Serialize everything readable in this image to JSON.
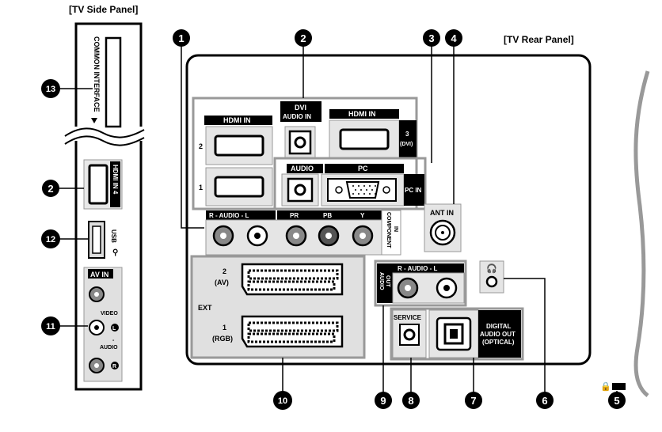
{
  "headings": {
    "side_panel": "[TV Side Panel]",
    "rear_panel": "[TV Rear Panel]"
  },
  "side": {
    "common_interface": "COMMON INTERFACE",
    "hdmi_in_4": "HDMI IN 4",
    "usb": "USB",
    "av_in": "AV IN",
    "video": "VIDEO",
    "audio": "AUDIO",
    "l": "L",
    "r": "R",
    "dash": "-"
  },
  "rear": {
    "hdmi_in_left": "HDMI IN",
    "hdmi_row_2": "2",
    "hdmi_row_1": "1",
    "dvi_audio_in_1": "DVI",
    "dvi_audio_in_2": "AUDIO IN",
    "hdmi_in_right": "HDMI IN",
    "hdmi3_1": "3",
    "hdmi3_2": "(DVI)",
    "audio": "AUDIO",
    "pc": "PC",
    "pc_in": "PC IN",
    "ant_in": "ANT IN",
    "audio_row": "R - AUDIO - L",
    "pr": "PR",
    "pb": "PB",
    "y": "Y",
    "component_1": "COMPONENT",
    "component_2": "IN",
    "ext": "EXT",
    "ext2_1": "2",
    "ext2_2": "(AV)",
    "ext1_1": "1",
    "ext1_2": "(RGB)",
    "audio_out_row": "R - AUDIO - L",
    "audio_out_1": "AUDIO",
    "audio_out_2": "OUT",
    "service": "SERVICE",
    "digital_1": "DIGITAL",
    "digital_2": "AUDIO OUT",
    "digital_3": "(OPTICAL)"
  },
  "callouts": [
    "1",
    "2",
    "3",
    "4",
    "13",
    "2",
    "12",
    "11",
    "10",
    "9",
    "8",
    "7",
    "6",
    "5"
  ]
}
